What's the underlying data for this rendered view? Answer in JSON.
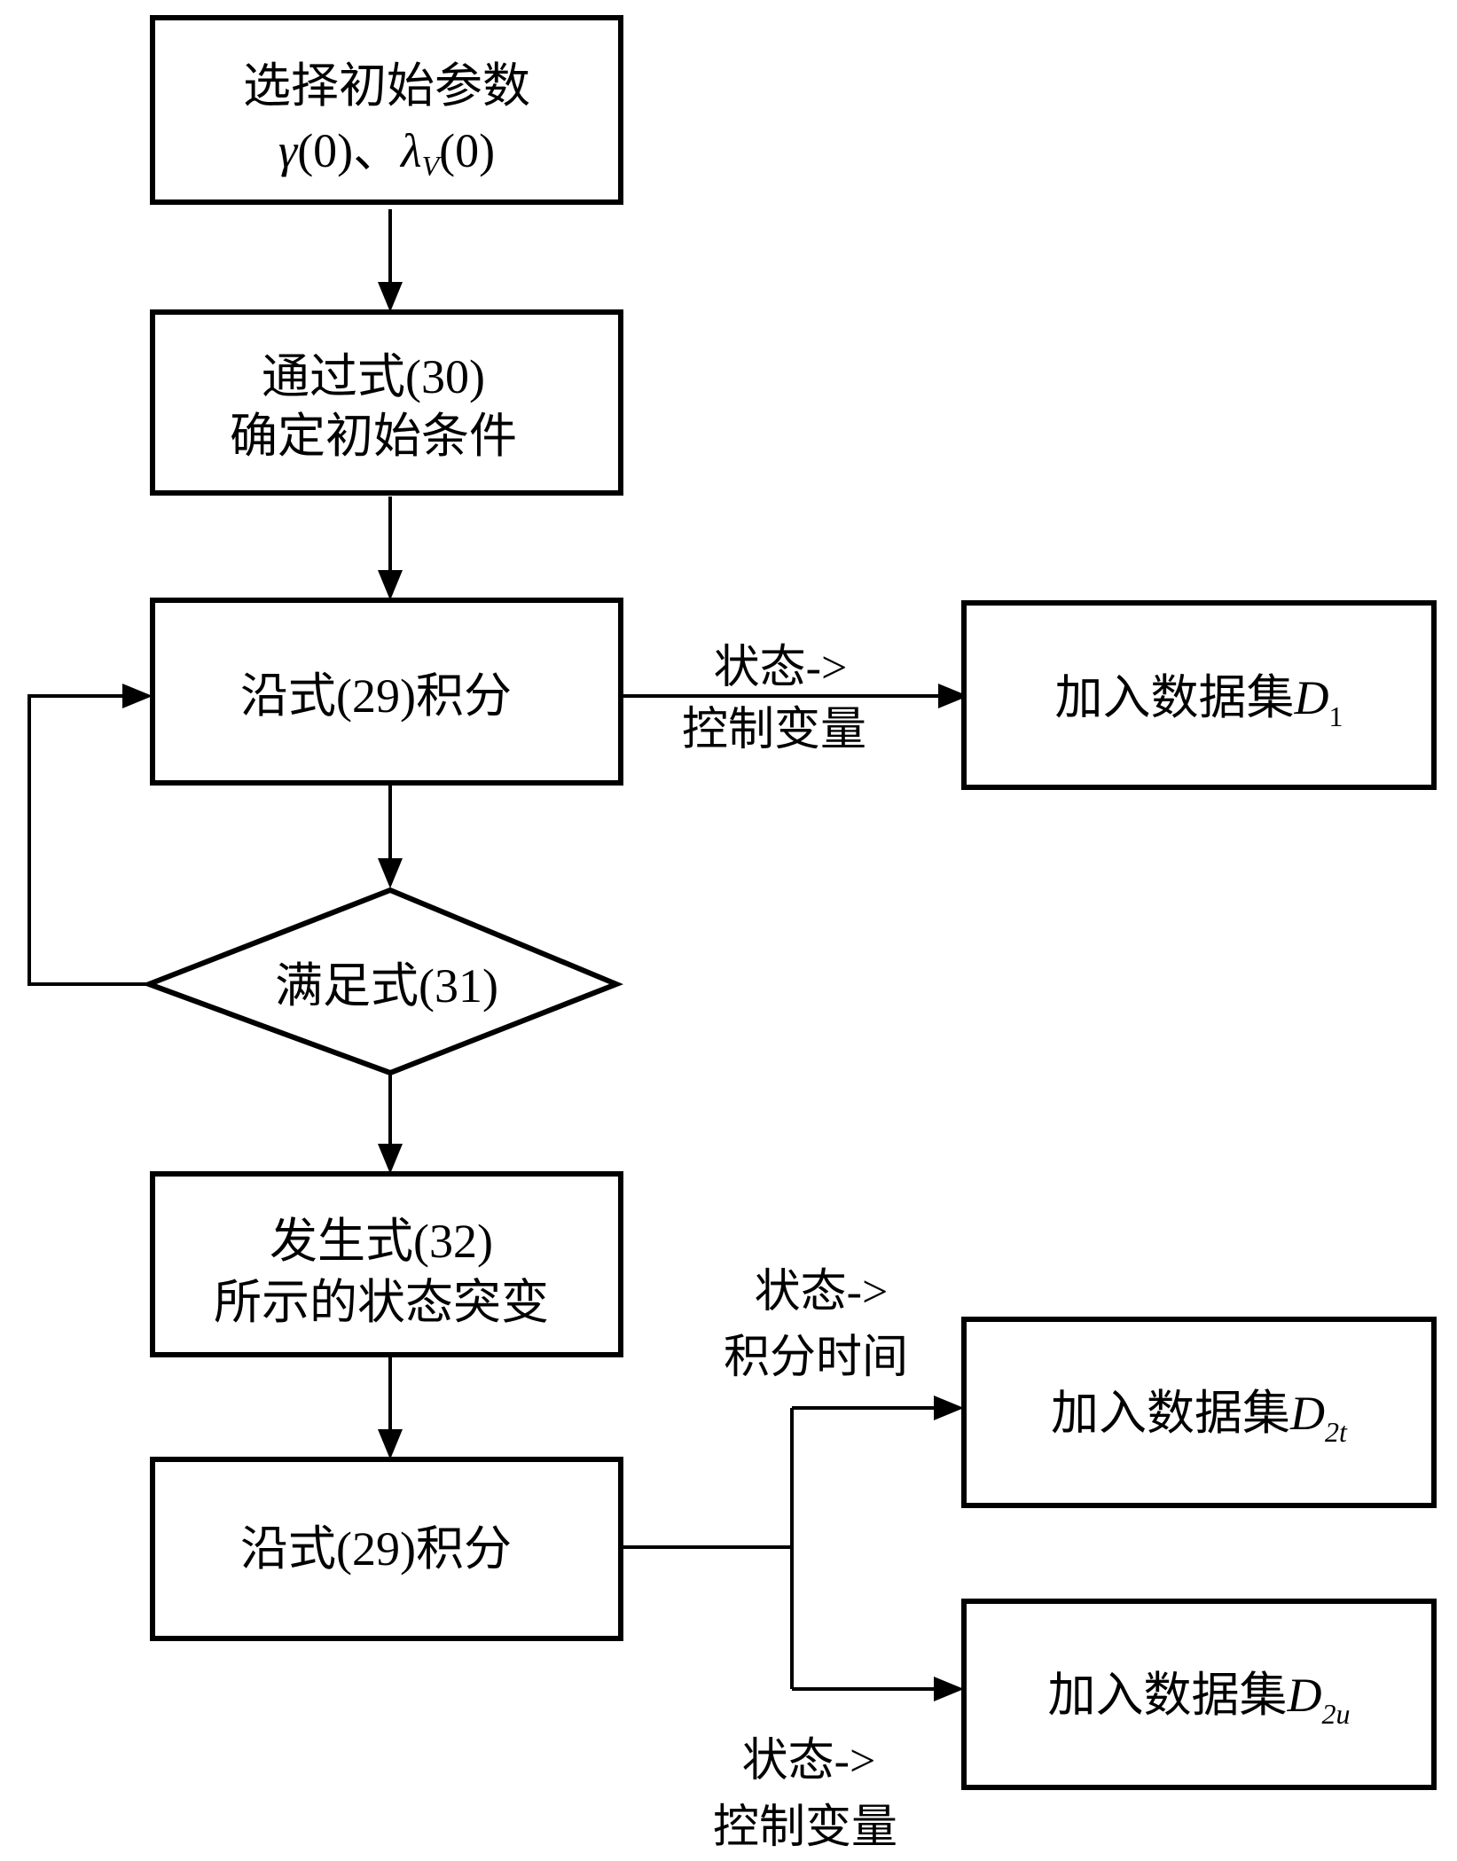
{
  "nodes": {
    "start": {
      "line1": "选择初始参数",
      "line2_gamma": "γ",
      "line2_arg1": "(0)、",
      "line2_lambda": "λ",
      "line2_lambda_sub": "V",
      "line2_arg2": "(0)"
    },
    "init": {
      "line1": "通过式(30)",
      "line2": "确定初始条件"
    },
    "integrate1": {
      "text": "沿式(29)积分"
    },
    "condition": {
      "text": "满足式(31)"
    },
    "jump": {
      "line1": "发生式(32)",
      "line2": "所示的状态突变"
    },
    "integrate2": {
      "text": "沿式(29)积分"
    },
    "d1": {
      "text": "加入数据集",
      "sym": "D",
      "sub": "1"
    },
    "d2t": {
      "text": "加入数据集",
      "sym": "D",
      "sub": "2t"
    },
    "d2u": {
      "text": "加入数据集",
      "sym": "D",
      "sub": "2u"
    }
  },
  "edge_labels": {
    "to_d1": {
      "line1": "状态->",
      "line2": "控制变量"
    },
    "to_d2t": {
      "line1": "状态->",
      "line2": "积分时间"
    },
    "to_d2u": {
      "line1": "状态->",
      "line2": "控制变量"
    }
  }
}
